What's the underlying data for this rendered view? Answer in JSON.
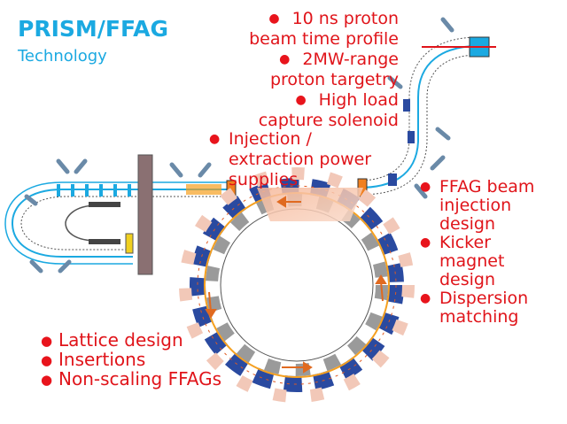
{
  "header": {
    "title": "PRISM/FFAG",
    "subtitle": "Technology"
  },
  "bullets_top_right": [
    "10 ns proton",
    "beam time profile",
    "2MW-range",
    "proton targetry",
    "High load",
    "capture solenoid"
  ],
  "bullet_injection": [
    "Injection /",
    "extraction power",
    "supplies"
  ],
  "bullets_right": [
    "FFAG beam",
    "injection",
    "design",
    "Kicker",
    "magnet",
    "design",
    "Dispersion",
    "matching"
  ],
  "bullets_bottom_left": [
    "Lattice design",
    "Insertions",
    "Non-scaling FFAGs"
  ],
  "colors": {
    "title": "#1ba9e1",
    "bullet_text": "#e0141a",
    "beamline": "#1ba9e1",
    "magnet_blue": "#2a4aa0",
    "magnet_grey": "#9a9a9a",
    "magnet_pink": "#f2c8b8",
    "beam_orange": "#f5a020"
  }
}
